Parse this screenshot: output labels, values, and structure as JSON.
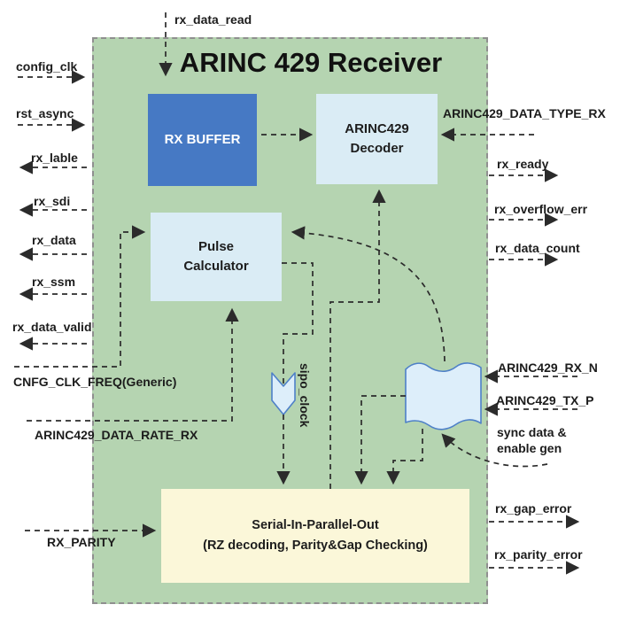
{
  "title": "ARINC 429 Receiver",
  "blocks": {
    "rx_buffer": {
      "label": "RX BUFFER"
    },
    "decoder": {
      "line1": "ARINC429",
      "line2": "Decoder"
    },
    "pulse": {
      "line1": "Pulse",
      "line2": "Calculator"
    },
    "sipo": {
      "line1": "Serial-In-Parallel-Out",
      "line2": "(RZ decoding, Parity&Gap Checking)"
    },
    "sipo_clock_label": "sipo_clock",
    "sync_gen": {
      "line1": "sync data &",
      "line2": "enable gen"
    }
  },
  "signals": {
    "top": {
      "rx_data_read": {
        "label": "rx_data_read",
        "direction": "input"
      }
    },
    "left": {
      "config_clk": {
        "label": "config_clk",
        "direction": "input"
      },
      "rst_async": {
        "label": "rst_async",
        "direction": "input"
      },
      "rx_lable": {
        "label": "rx_lable",
        "direction": "output"
      },
      "rx_sdi": {
        "label": "rx_sdi",
        "direction": "output"
      },
      "rx_data": {
        "label": "rx_data",
        "direction": "output"
      },
      "rx_ssm": {
        "label": "rx_ssm",
        "direction": "output"
      },
      "rx_data_valid": {
        "label": "rx_data_valid",
        "direction": "output"
      },
      "cnfg_clk_freq": {
        "label": "CNFG_CLK_FREQ(Generic)",
        "direction": "input"
      },
      "arinc429_data_rate_rx": {
        "label": "ARINC429_DATA_RATE_RX",
        "direction": "input"
      },
      "rx_parity": {
        "label": "RX_PARITY",
        "direction": "input"
      }
    },
    "right": {
      "arinc429_data_type_rx": {
        "label": "ARINC429_DATA_TYPE_RX",
        "direction": "input"
      },
      "rx_ready": {
        "label": "rx_ready",
        "direction": "output"
      },
      "rx_overflow_err": {
        "label": "rx_overflow_err",
        "direction": "output"
      },
      "rx_data_count": {
        "label": "rx_data_count",
        "direction": "output"
      },
      "arinc429_rx_n": {
        "label": "ARINC429_RX_N",
        "direction": "input"
      },
      "arinc429_tx_p": {
        "label": "ARINC429_TX_P",
        "direction": "input"
      },
      "rx_gap_error": {
        "label": "rx_gap_error",
        "direction": "output"
      },
      "rx_parity_error": {
        "label": "rx_parity_error",
        "direction": "output"
      }
    }
  },
  "colors": {
    "receiver_fill": "#b5d4b1",
    "receiver_border": "#8f8f8f",
    "rx_buffer_fill": "#4679c4",
    "block_fill": "#daecf5",
    "sipo_fill": "#fbf7d9",
    "shape_fill": "#ddeefa",
    "shape_stroke": "#4e80c8",
    "wire": "#2b2b2b",
    "text": "#1c1c1c"
  }
}
